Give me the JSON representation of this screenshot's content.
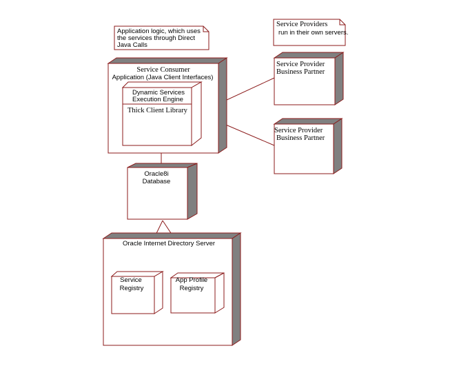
{
  "colors": {
    "outline": "#8b1a1a",
    "shadow": "#808080",
    "fill": "#ffffff",
    "text": "#000000"
  },
  "notes": {
    "app_logic": [
      "Application logic, which uses",
      "the services through Direct",
      "Java Calls"
    ],
    "providers": [
      "Service Providers",
      "run in their own servers."
    ]
  },
  "nodes": {
    "consumer": [
      "Service Consumer",
      "Application (Java Client Interfaces)"
    ],
    "engine": [
      "Dynamic Services",
      "Execution Engine"
    ],
    "client_library": "Thick Client Library",
    "provider_1": [
      "Service Provider",
      "Business Partner"
    ],
    "provider_2": [
      "Service Provider",
      "Business Partner"
    ],
    "database": [
      "Oracle8i",
      "Database"
    ],
    "directory": "Oracle Internet Directory Server",
    "service_registry": [
      "Service",
      "Registry"
    ],
    "app_profile_registry": [
      "App Profile",
      "Registry"
    ]
  }
}
